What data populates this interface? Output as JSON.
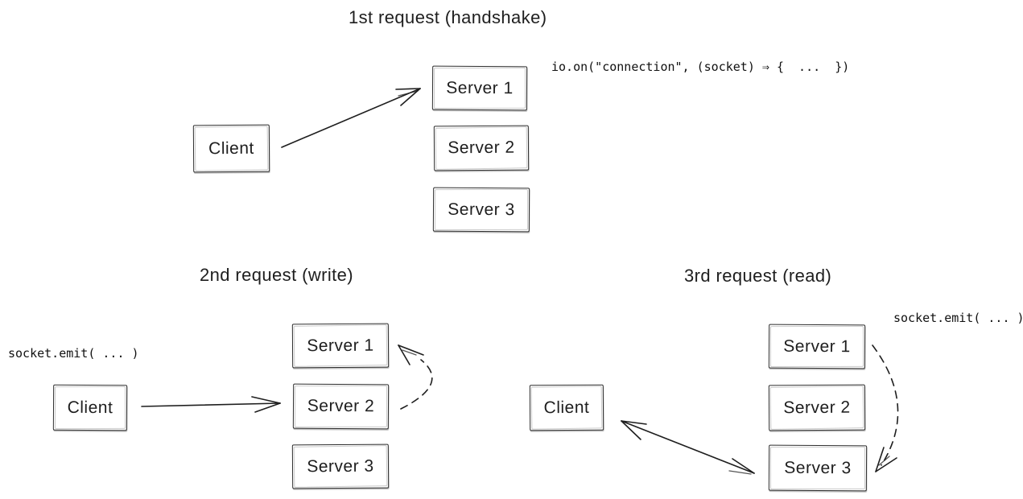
{
  "canvas": {
    "background": "#ffffff",
    "stroke_color": "#1e1e1e"
  },
  "sections": [
    {
      "id": "handshake",
      "title": "1st request (handshake)",
      "code": "io.on(\"connection\", (socket) ⇒ {  ...  })",
      "client": "Client",
      "servers": [
        "Server 1",
        "Server 2",
        "Server 3"
      ],
      "arrows": [
        {
          "from": "Client",
          "to": "Server 1",
          "style": "solid",
          "direction": "forward"
        }
      ]
    },
    {
      "id": "write",
      "title": "2nd request (write)",
      "code": "socket.emit( ... )",
      "client": "Client",
      "servers": [
        "Server 1",
        "Server 2",
        "Server 3"
      ],
      "arrows": [
        {
          "from": "Client",
          "to": "Server 2",
          "style": "solid",
          "direction": "forward"
        },
        {
          "from": "Server 2",
          "to": "Server 1",
          "style": "dashed",
          "direction": "forward"
        }
      ]
    },
    {
      "id": "read",
      "title": "3rd request (read)",
      "code": "socket.emit( ... )",
      "client": "Client",
      "servers": [
        "Server 1",
        "Server 2",
        "Server 3"
      ],
      "arrows": [
        {
          "from": "Server 3",
          "to": "Client",
          "style": "solid",
          "direction": "both"
        },
        {
          "from": "Server 1",
          "to": "Server 3",
          "style": "dashed",
          "direction": "forward"
        }
      ]
    }
  ]
}
